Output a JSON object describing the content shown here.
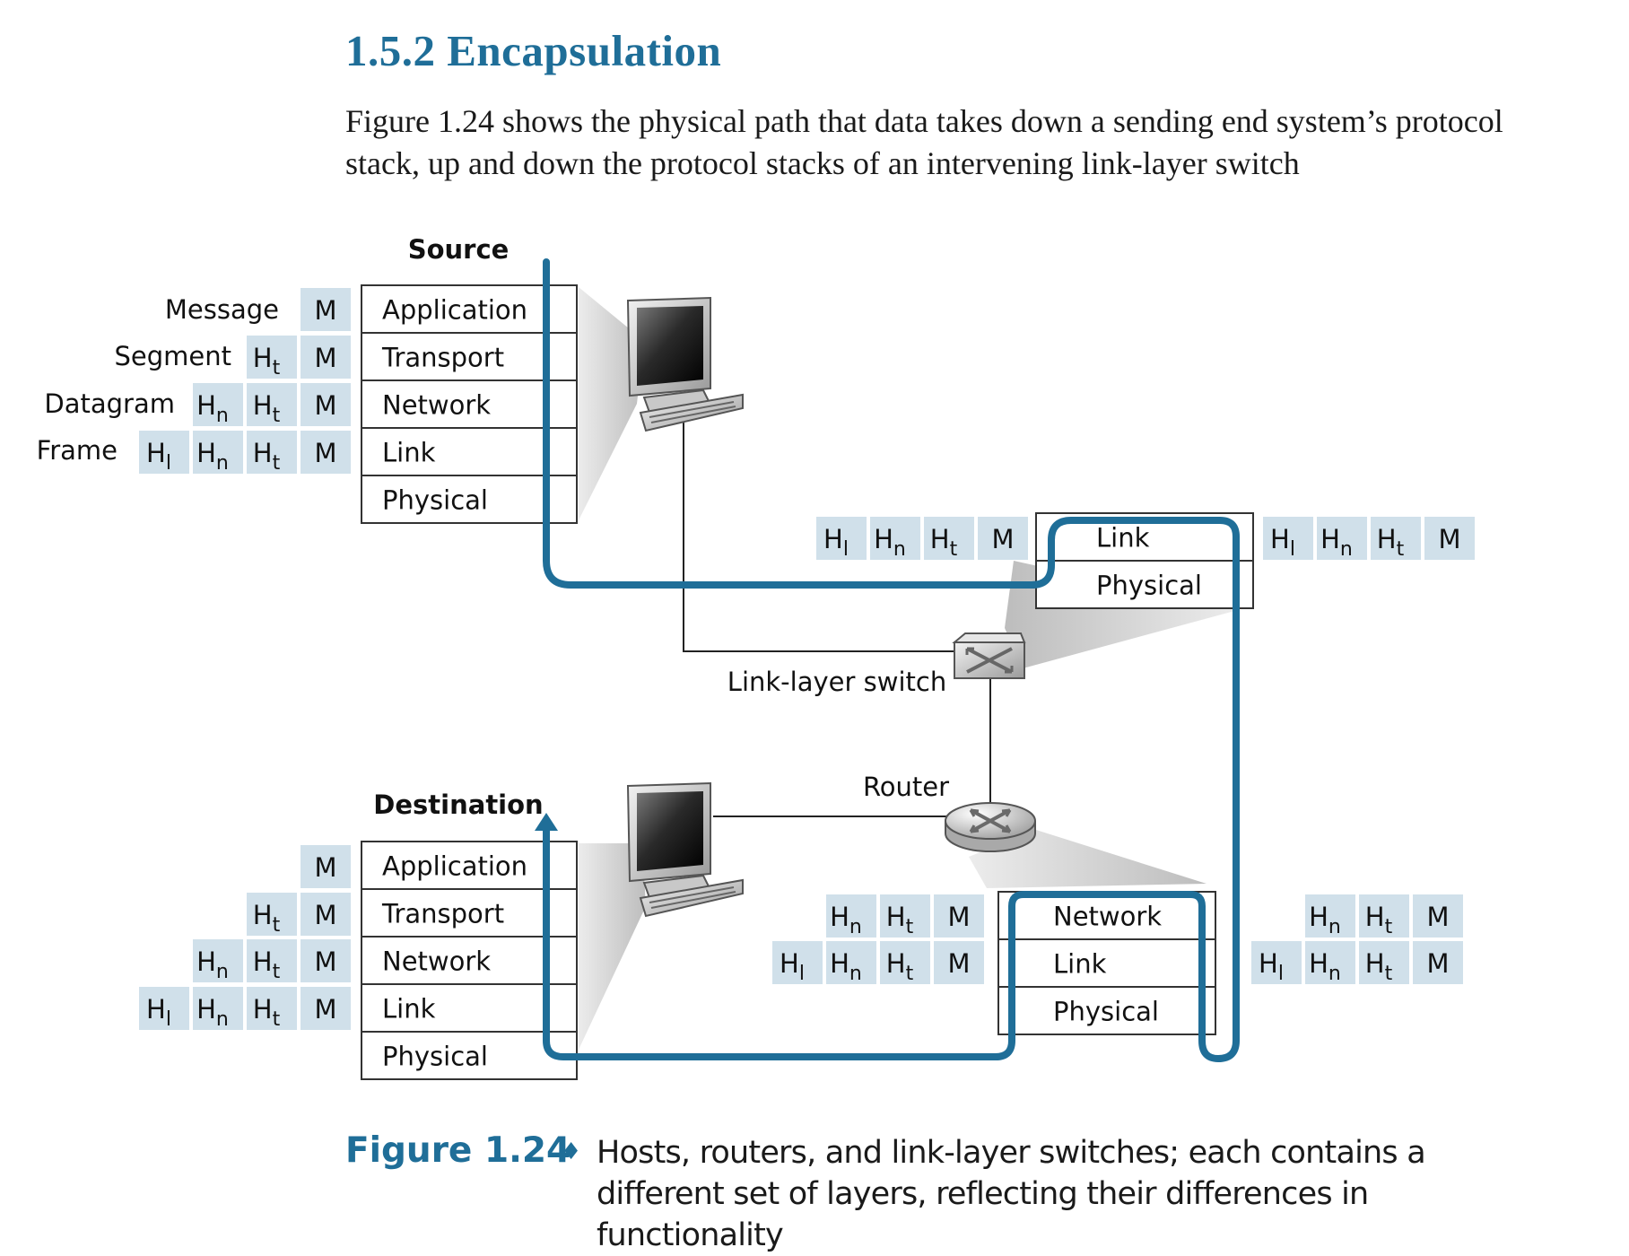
{
  "heading": "1.5.2 Encapsulation",
  "paragraph": "Figure 1.24 shows the physical path that data takes down a sending end system’s protocol stack, up and down the protocol stacks of an intervening link-layer switch",
  "figure": {
    "source_label": "Source",
    "destination_label": "Destination",
    "switch_label": "Link-layer switch",
    "router_label": "Router",
    "unit_names": [
      "Message",
      "Segment",
      "Datagram",
      "Frame"
    ],
    "host_layers": [
      "Application",
      "Transport",
      "Network",
      "Link",
      "Physical"
    ],
    "switch_layers": [
      "Link",
      "Physical"
    ],
    "router_layers": [
      "Network",
      "Link",
      "Physical"
    ],
    "headers": {
      "link": "H",
      "link_sub": "l",
      "network": "H",
      "network_sub": "n",
      "transport": "H",
      "transport_sub": "t",
      "message": "M"
    }
  },
  "caption": {
    "label": "Figure 1.24",
    "diamond": "♦",
    "text": "Hosts, routers, and link-layer switches; each contains a different set of layers, reflecting their differences in functionality"
  },
  "colors": {
    "heading": "#1f6e98",
    "path": "#1f6e98",
    "header_box": "#d0e0ea",
    "stack_border": "#333333"
  }
}
